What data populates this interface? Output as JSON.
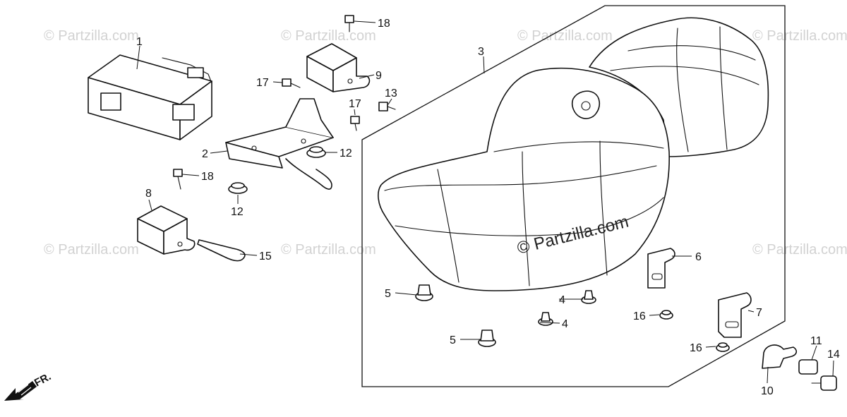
{
  "watermark": {
    "text": "© Partzilla.com",
    "center_text": "© Partzilla.com"
  },
  "direction_marker": {
    "text": "FR.",
    "icon": "front-arrow-icon"
  },
  "callouts": [
    {
      "id": "part-1",
      "label": "1"
    },
    {
      "id": "part-2",
      "label": "2"
    },
    {
      "id": "part-3",
      "label": "3"
    },
    {
      "id": "part-4a",
      "label": "4"
    },
    {
      "id": "part-4b",
      "label": "4"
    },
    {
      "id": "part-5a",
      "label": "5"
    },
    {
      "id": "part-5b",
      "label": "5"
    },
    {
      "id": "part-6",
      "label": "6"
    },
    {
      "id": "part-7",
      "label": "7"
    },
    {
      "id": "part-8",
      "label": "8"
    },
    {
      "id": "part-9",
      "label": "9"
    },
    {
      "id": "part-10",
      "label": "10"
    },
    {
      "id": "part-11",
      "label": "11"
    },
    {
      "id": "part-12a",
      "label": "12"
    },
    {
      "id": "part-12b",
      "label": "12"
    },
    {
      "id": "part-13",
      "label": "13"
    },
    {
      "id": "part-14",
      "label": "14"
    },
    {
      "id": "part-15",
      "label": "15"
    },
    {
      "id": "part-16a",
      "label": "16"
    },
    {
      "id": "part-16b",
      "label": "16"
    },
    {
      "id": "part-17a",
      "label": "17"
    },
    {
      "id": "part-17b",
      "label": "17"
    },
    {
      "id": "part-18a",
      "label": "18"
    },
    {
      "id": "part-18b",
      "label": "18"
    }
  ]
}
